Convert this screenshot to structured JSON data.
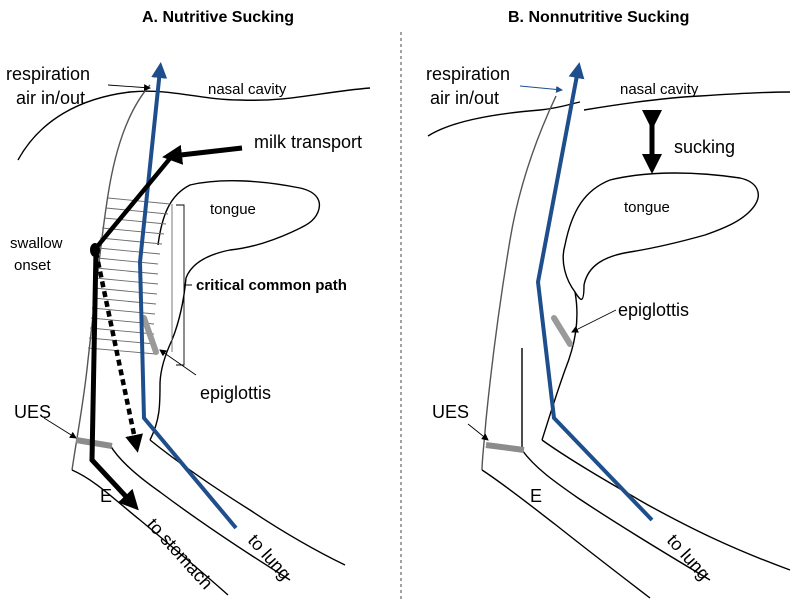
{
  "panel_a": {
    "title": "A. Nutritive Sucking",
    "respiration_line1": "respiration",
    "respiration_line2": "air in/out",
    "nasal_cavity": "nasal cavity",
    "milk_transport": "milk transport",
    "tongue": "tongue",
    "swallow_line1": "swallow",
    "swallow_line2": "onset",
    "critical_common_path": "critical common path",
    "epiglottis": "epiglottis",
    "ues": "UES",
    "esophagus": "E",
    "to_stomach": "to stomach",
    "to_lung": "to lung"
  },
  "panel_b": {
    "title": "B. Nonnutritive Sucking",
    "respiration_line1": "respiration",
    "respiration_line2": "air in/out",
    "nasal_cavity": "nasal cavity",
    "sucking": "sucking",
    "tongue": "tongue",
    "epiglottis": "epiglottis",
    "ues": "UES",
    "esophagus": "E",
    "to_lung": "to lung"
  },
  "colors": {
    "airway_arrow": "#1f4e8c",
    "food_arrow": "#000000",
    "sphincter": "#8c8c8c",
    "divider": "#444444"
  }
}
